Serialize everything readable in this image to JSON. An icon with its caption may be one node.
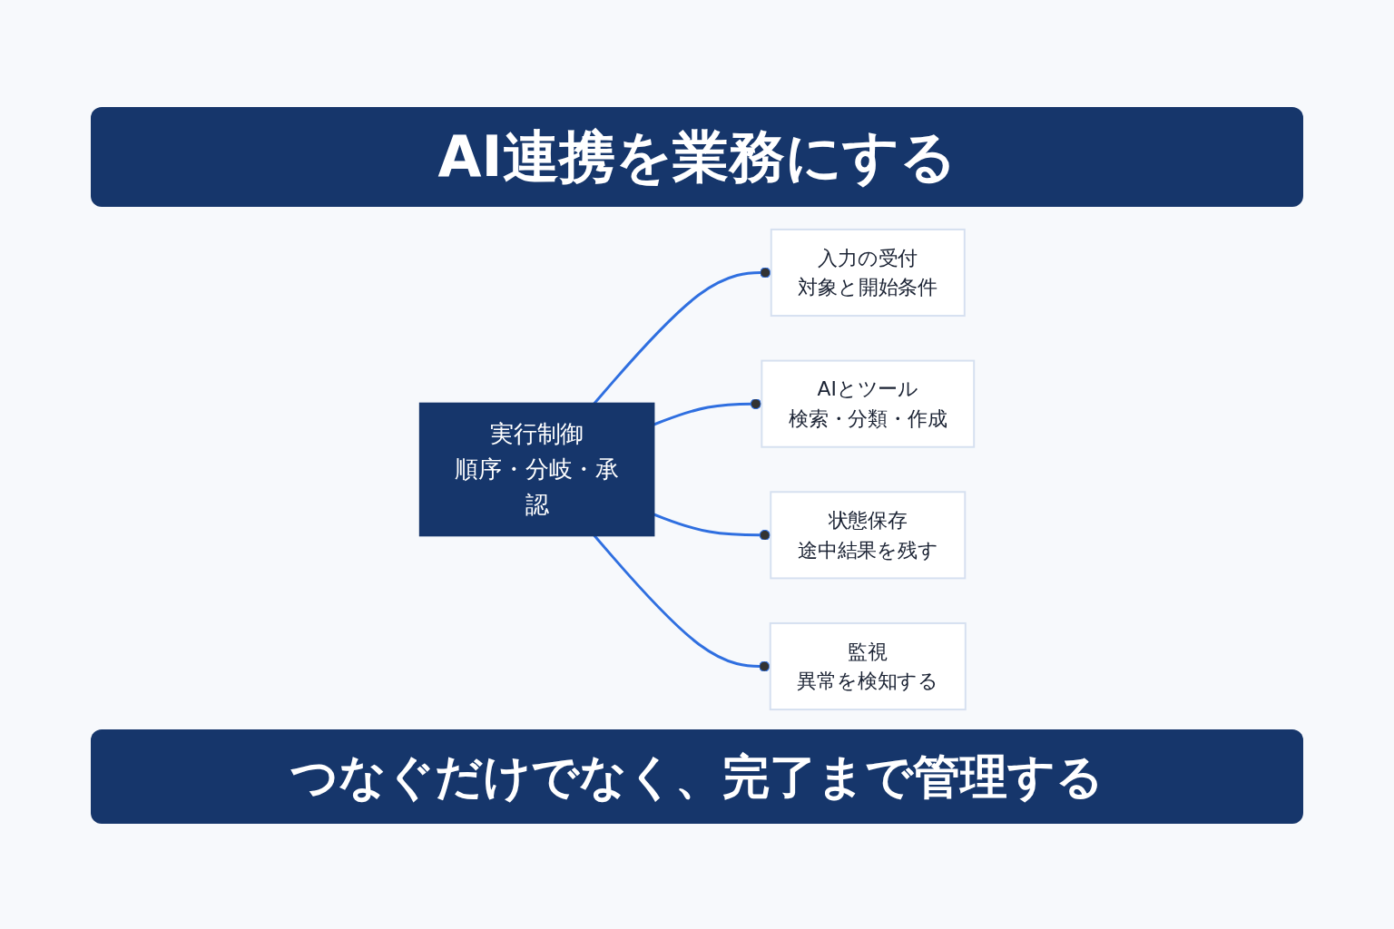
{
  "diagram": {
    "title": "AI連携を業務にする",
    "caption": "つなぐだけでなく、完了まで管理する",
    "nodes": [
      {
        "text": [
          "入力の受付",
          "対象と開始条件"
        ]
      },
      {
        "text": [
          "AIとツール",
          "検索・分類・作成"
        ]
      },
      {
        "text": [
          "実行制御",
          "順序・分岐・承認"
        ]
      },
      {
        "text": [
          "状態保存",
          "途中結果を残す"
        ]
      },
      {
        "text": [
          "監視",
          "異常を検知する"
        ]
      }
    ],
    "edges": [
      {
        "from": 2,
        "to": 0,
        "arrow": "other"
      },
      {
        "from": 2,
        "to": 1,
        "arrow": "other"
      },
      {
        "from": 2,
        "to": 3,
        "arrow": "other"
      },
      {
        "from": 2,
        "to": 4,
        "arrow": "other"
      }
    ]
  }
}
